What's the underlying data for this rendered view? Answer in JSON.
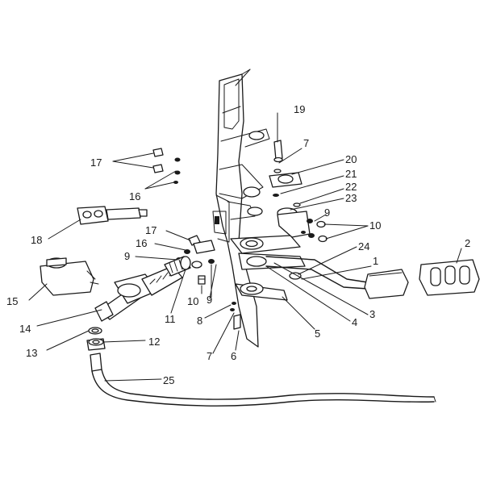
{
  "callouts": [
    {
      "id": "1",
      "text": "1"
    },
    {
      "id": "2",
      "text": "2"
    },
    {
      "id": "3",
      "text": "3"
    },
    {
      "id": "4",
      "text": "4"
    },
    {
      "id": "5",
      "text": "5"
    },
    {
      "id": "6",
      "text": "6"
    },
    {
      "id": "7a",
      "text": "7"
    },
    {
      "id": "7b",
      "text": "7"
    },
    {
      "id": "8",
      "text": "8"
    },
    {
      "id": "9a",
      "text": "9"
    },
    {
      "id": "9b",
      "text": "9"
    },
    {
      "id": "9c",
      "text": "9"
    },
    {
      "id": "10a",
      "text": "10"
    },
    {
      "id": "10b",
      "text": "10"
    },
    {
      "id": "11",
      "text": "11"
    },
    {
      "id": "12",
      "text": "12"
    },
    {
      "id": "13",
      "text": "13"
    },
    {
      "id": "14",
      "text": "14"
    },
    {
      "id": "15",
      "text": "15"
    },
    {
      "id": "16a",
      "text": "16"
    },
    {
      "id": "16b",
      "text": "16"
    },
    {
      "id": "17a",
      "text": "17"
    },
    {
      "id": "17b",
      "text": "17"
    },
    {
      "id": "18",
      "text": "18"
    },
    {
      "id": "19",
      "text": "19"
    },
    {
      "id": "20",
      "text": "20"
    },
    {
      "id": "21",
      "text": "21"
    },
    {
      "id": "22",
      "text": "22"
    },
    {
      "id": "23",
      "text": "23"
    },
    {
      "id": "24",
      "text": "24"
    },
    {
      "id": "25",
      "text": "25"
    }
  ],
  "colors": {
    "ink": "#1a1a1a",
    "paper": "#ffffff"
  }
}
